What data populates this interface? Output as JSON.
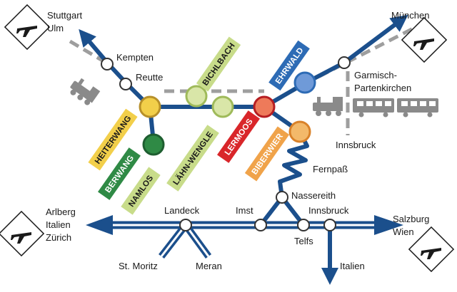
{
  "colors": {
    "route": "#1b4f8c",
    "rail": "#9e9e9e",
    "train": "#8a8a8a",
    "yellow": "#f2cf4a",
    "green": "#2f8a45",
    "light_green": "#c8dc8a",
    "red": "#d9262a",
    "blue": "#2d6bb5",
    "orange": "#f0a34a"
  },
  "labels": {
    "stuttgart": "Stuttgart",
    "ulm": "Ulm",
    "kempten": "Kempten",
    "reutte": "Reutte",
    "muenchen": "München",
    "garmisch_1": "Garmisch-",
    "garmisch_2": "Partenkirchen",
    "innsbruck_north": "Innsbruck",
    "fernpass": "Fernpaß",
    "nassereith": "Nassereith",
    "landeck": "Landeck",
    "imst": "Imst",
    "innsbruck_south": "Innsbruck",
    "telfs": "Telfs",
    "arlberg": "Arlberg",
    "italien_west": "Italien",
    "zuerich": "Zürich",
    "salzburg": "Salzburg",
    "wien": "Wien",
    "st_moritz": "St. Moritz",
    "meran": "Meran",
    "italien_south": "Italien"
  },
  "villages": {
    "heiterwang": "HEITERWANG",
    "berwang": "BERWANG",
    "namlos": "NAMLOS",
    "bichlbach": "BICHLBACH",
    "laehn_wengle": "LÄHN-WENGLE",
    "lermoos": "LERMOOS",
    "ehrwald": "EHRWALD",
    "biberwier": "BIBERWIER"
  },
  "icons": {
    "airport": "airplane-icon",
    "train": "steam-train-icon"
  }
}
